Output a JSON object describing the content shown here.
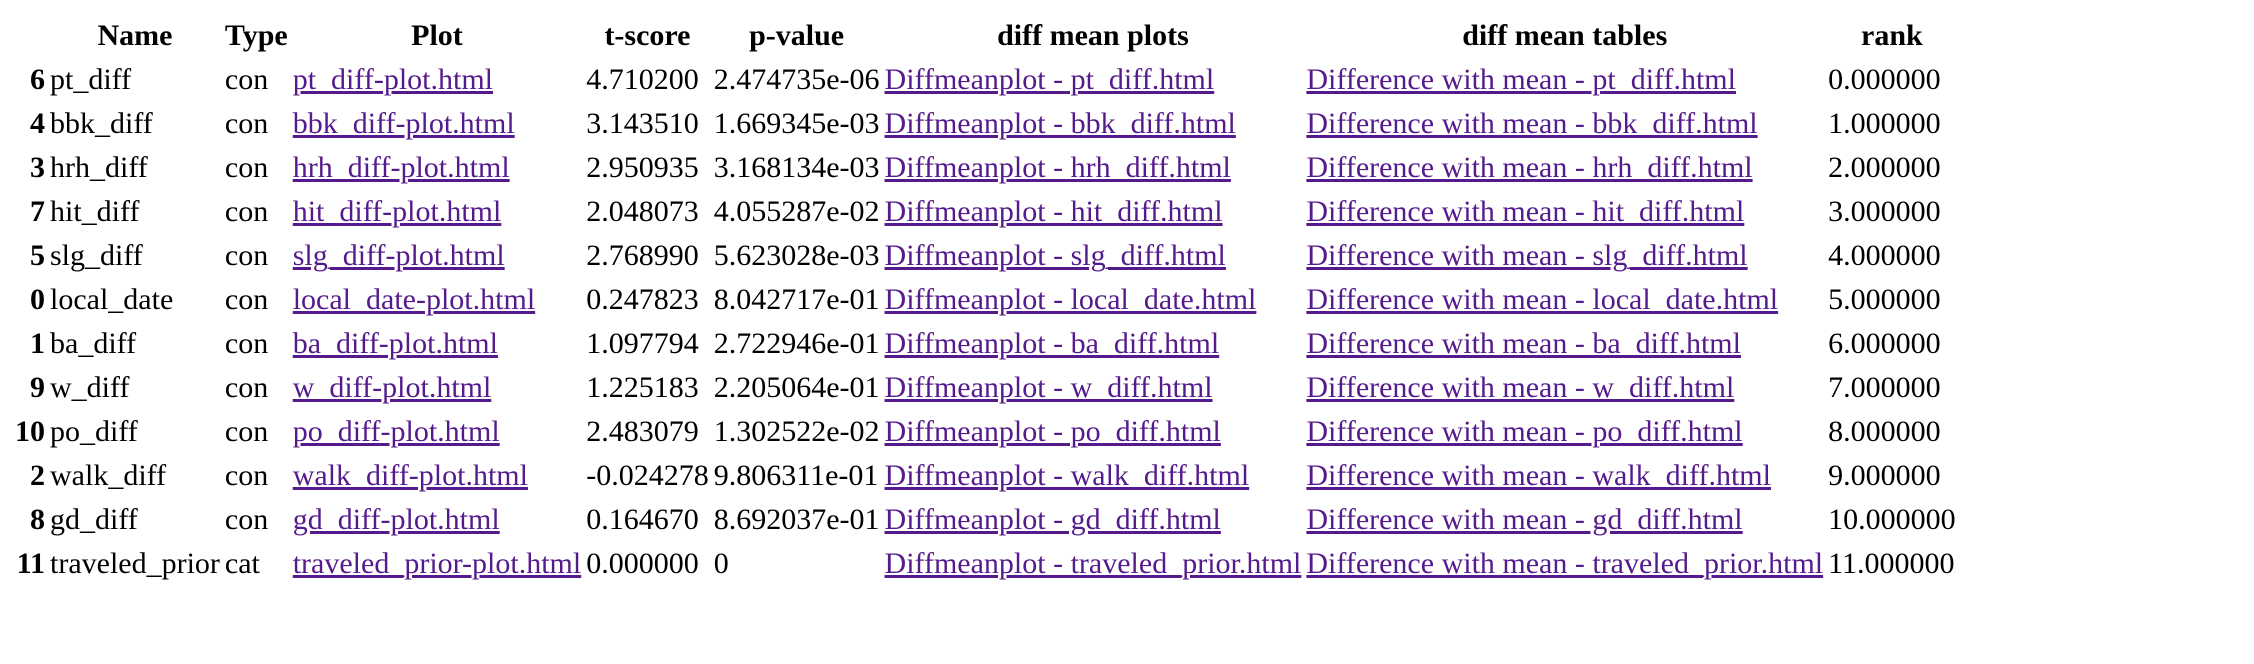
{
  "table": {
    "columns": [
      "",
      "Name",
      "Type",
      "Plot",
      "t-score",
      "p-value",
      "diff mean plots",
      "diff mean tables",
      "rank"
    ],
    "rows": [
      {
        "index": "6",
        "name": "pt_diff",
        "type": "con",
        "plot": "pt_diff-plot.html",
        "t_score": "4.710200",
        "p_value": "2.474735e-06",
        "diff_mean_plot": "Diffmeanplot - pt_diff.html",
        "diff_mean_table": "Difference with mean - pt_diff.html",
        "rank": "0.000000"
      },
      {
        "index": "4",
        "name": "bbk_diff",
        "type": "con",
        "plot": "bbk_diff-plot.html",
        "t_score": "3.143510",
        "p_value": "1.669345e-03",
        "diff_mean_plot": "Diffmeanplot - bbk_diff.html",
        "diff_mean_table": "Difference with mean - bbk_diff.html",
        "rank": "1.000000"
      },
      {
        "index": "3",
        "name": "hrh_diff",
        "type": "con",
        "plot": "hrh_diff-plot.html",
        "t_score": "2.950935",
        "p_value": "3.168134e-03",
        "diff_mean_plot": "Diffmeanplot - hrh_diff.html",
        "diff_mean_table": "Difference with mean - hrh_diff.html",
        "rank": "2.000000"
      },
      {
        "index": "7",
        "name": "hit_diff",
        "type": "con",
        "plot": "hit_diff-plot.html",
        "t_score": "2.048073",
        "p_value": "4.055287e-02",
        "diff_mean_plot": "Diffmeanplot - hit_diff.html",
        "diff_mean_table": "Difference with mean - hit_diff.html",
        "rank": "3.000000"
      },
      {
        "index": "5",
        "name": "slg_diff",
        "type": "con",
        "plot": "slg_diff-plot.html",
        "t_score": "2.768990",
        "p_value": "5.623028e-03",
        "diff_mean_plot": "Diffmeanplot - slg_diff.html",
        "diff_mean_table": "Difference with mean - slg_diff.html",
        "rank": "4.000000"
      },
      {
        "index": "0",
        "name": "local_date",
        "type": "con",
        "plot": "local_date-plot.html",
        "t_score": "0.247823",
        "p_value": "8.042717e-01",
        "diff_mean_plot": "Diffmeanplot - local_date.html",
        "diff_mean_table": "Difference with mean - local_date.html",
        "rank": "5.000000"
      },
      {
        "index": "1",
        "name": "ba_diff",
        "type": "con",
        "plot": "ba_diff-plot.html",
        "t_score": "1.097794",
        "p_value": "2.722946e-01",
        "diff_mean_plot": "Diffmeanplot - ba_diff.html",
        "diff_mean_table": "Difference with mean - ba_diff.html",
        "rank": "6.000000"
      },
      {
        "index": "9",
        "name": "w_diff",
        "type": "con",
        "plot": "w_diff-plot.html",
        "t_score": "1.225183",
        "p_value": "2.205064e-01",
        "diff_mean_plot": "Diffmeanplot - w_diff.html",
        "diff_mean_table": "Difference with mean - w_diff.html",
        "rank": "7.000000"
      },
      {
        "index": "10",
        "name": "po_diff",
        "type": "con",
        "plot": "po_diff-plot.html",
        "t_score": "2.483079",
        "p_value": "1.302522e-02",
        "diff_mean_plot": "Diffmeanplot - po_diff.html",
        "diff_mean_table": "Difference with mean - po_diff.html",
        "rank": "8.000000"
      },
      {
        "index": "2",
        "name": "walk_diff",
        "type": "con",
        "plot": "walk_diff-plot.html",
        "t_score": "-0.024278",
        "p_value": "9.806311e-01",
        "diff_mean_plot": "Diffmeanplot - walk_diff.html",
        "diff_mean_table": "Difference with mean - walk_diff.html",
        "rank": "9.000000"
      },
      {
        "index": "8",
        "name": "gd_diff",
        "type": "con",
        "plot": "gd_diff-plot.html",
        "t_score": "0.164670",
        "p_value": "8.692037e-01",
        "diff_mean_plot": "Diffmeanplot - gd_diff.html",
        "diff_mean_table": "Difference with mean - gd_diff.html",
        "rank": "10.000000"
      },
      {
        "index": "11",
        "name": "traveled_prior",
        "type": "cat",
        "plot": "traveled_prior-plot.html",
        "t_score": "0.000000",
        "p_value": "0",
        "diff_mean_plot": "Diffmeanplot - traveled_prior.html",
        "diff_mean_table": "Difference with mean - traveled_prior.html",
        "rank": "11.000000"
      }
    ]
  },
  "colors": {
    "link": "#551a8b",
    "text": "#000000",
    "background": "#ffffff"
  }
}
